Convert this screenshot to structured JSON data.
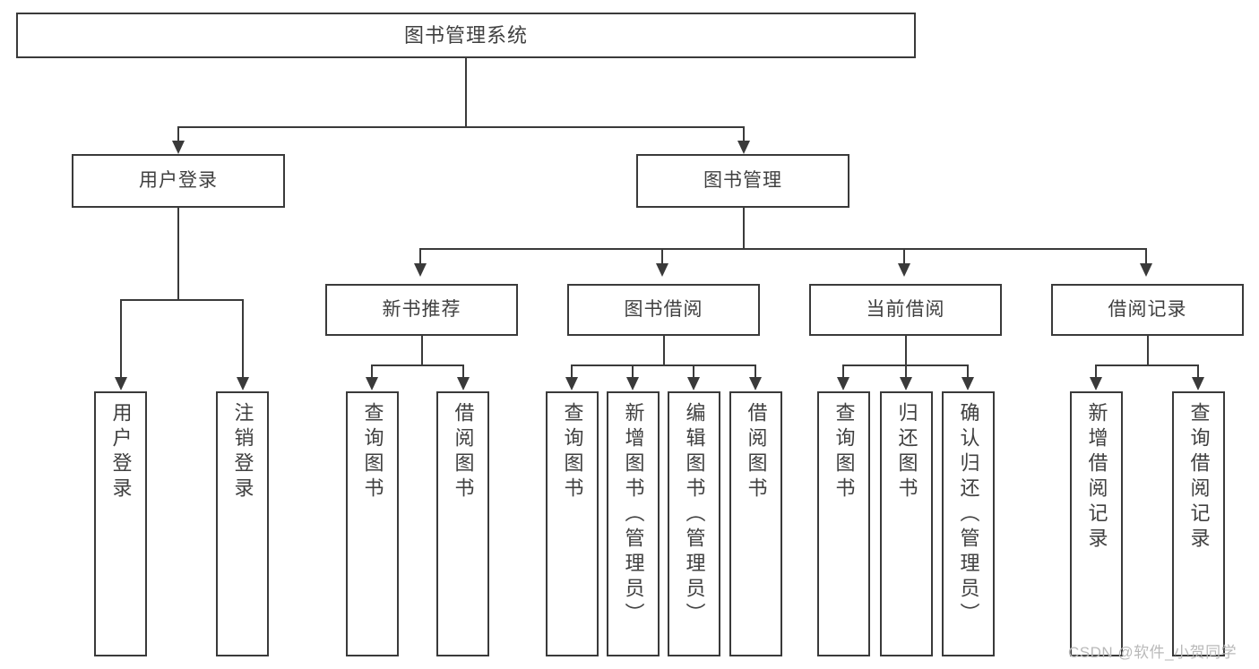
{
  "diagram": {
    "title": "图书管理系统",
    "type": "tree-hierarchy-chart",
    "root": {
      "label": "图书管理系统"
    },
    "level2": [
      {
        "label": "用户登录"
      },
      {
        "label": "图书管理"
      }
    ],
    "level3": [
      {
        "label": "新书推荐"
      },
      {
        "label": "图书借阅"
      },
      {
        "label": "当前借阅"
      },
      {
        "label": "借阅记录"
      }
    ],
    "leaves": {
      "user_login": [
        {
          "label": "用户登录"
        },
        {
          "label": "注销登录"
        }
      ],
      "new_book_recommend": [
        {
          "label": "查询图书"
        },
        {
          "label": "借阅图书"
        }
      ],
      "book_borrow": [
        {
          "label": "查询图书"
        },
        {
          "label": "新增图书（管理员）"
        },
        {
          "label": "编辑图书（管理员）"
        },
        {
          "label": "借阅图书"
        }
      ],
      "current_borrow": [
        {
          "label": "查询图书"
        },
        {
          "label": "归还图书"
        },
        {
          "label": "确认归还（管理员）"
        }
      ],
      "borrow_record": [
        {
          "label": "新增借阅记录"
        },
        {
          "label": "查询借阅记录"
        }
      ]
    }
  },
  "watermark": {
    "text": "CSDN @软件_小贺同学"
  },
  "colors": {
    "stroke": "#3a3a3a",
    "text": "#404040",
    "background": "#ffffff",
    "watermark": "#b9b9b9"
  }
}
